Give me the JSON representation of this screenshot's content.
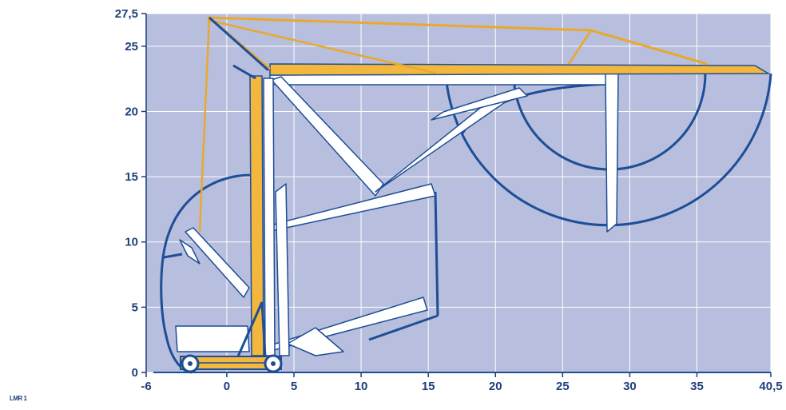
{
  "diagram": {
    "caption": "LMR 1",
    "colors": {
      "plot_background": "#b8bedd",
      "grid": "#ffffff",
      "axis_text": "#1f3f7a",
      "envelope_line": "#1d4e96",
      "boom_yellow": "#f3b73d",
      "boom_white": "#ffffff",
      "boom_outline": "#1d4e96"
    },
    "x_axis": {
      "range": [
        -6,
        40.5
      ],
      "ticks": [
        "-6",
        "0",
        "5",
        "10",
        "15",
        "20",
        "25",
        "30",
        "35",
        "40,5"
      ],
      "tick_values": [
        -6,
        0,
        5,
        10,
        15,
        20,
        25,
        30,
        35,
        40.5
      ]
    },
    "y_axis": {
      "range": [
        0,
        27.5
      ],
      "ticks": [
        "0",
        "5",
        "10",
        "15",
        "20",
        "25",
        "27,5"
      ],
      "tick_values": [
        0,
        5,
        10,
        15,
        20,
        25,
        27.5
      ]
    }
  }
}
